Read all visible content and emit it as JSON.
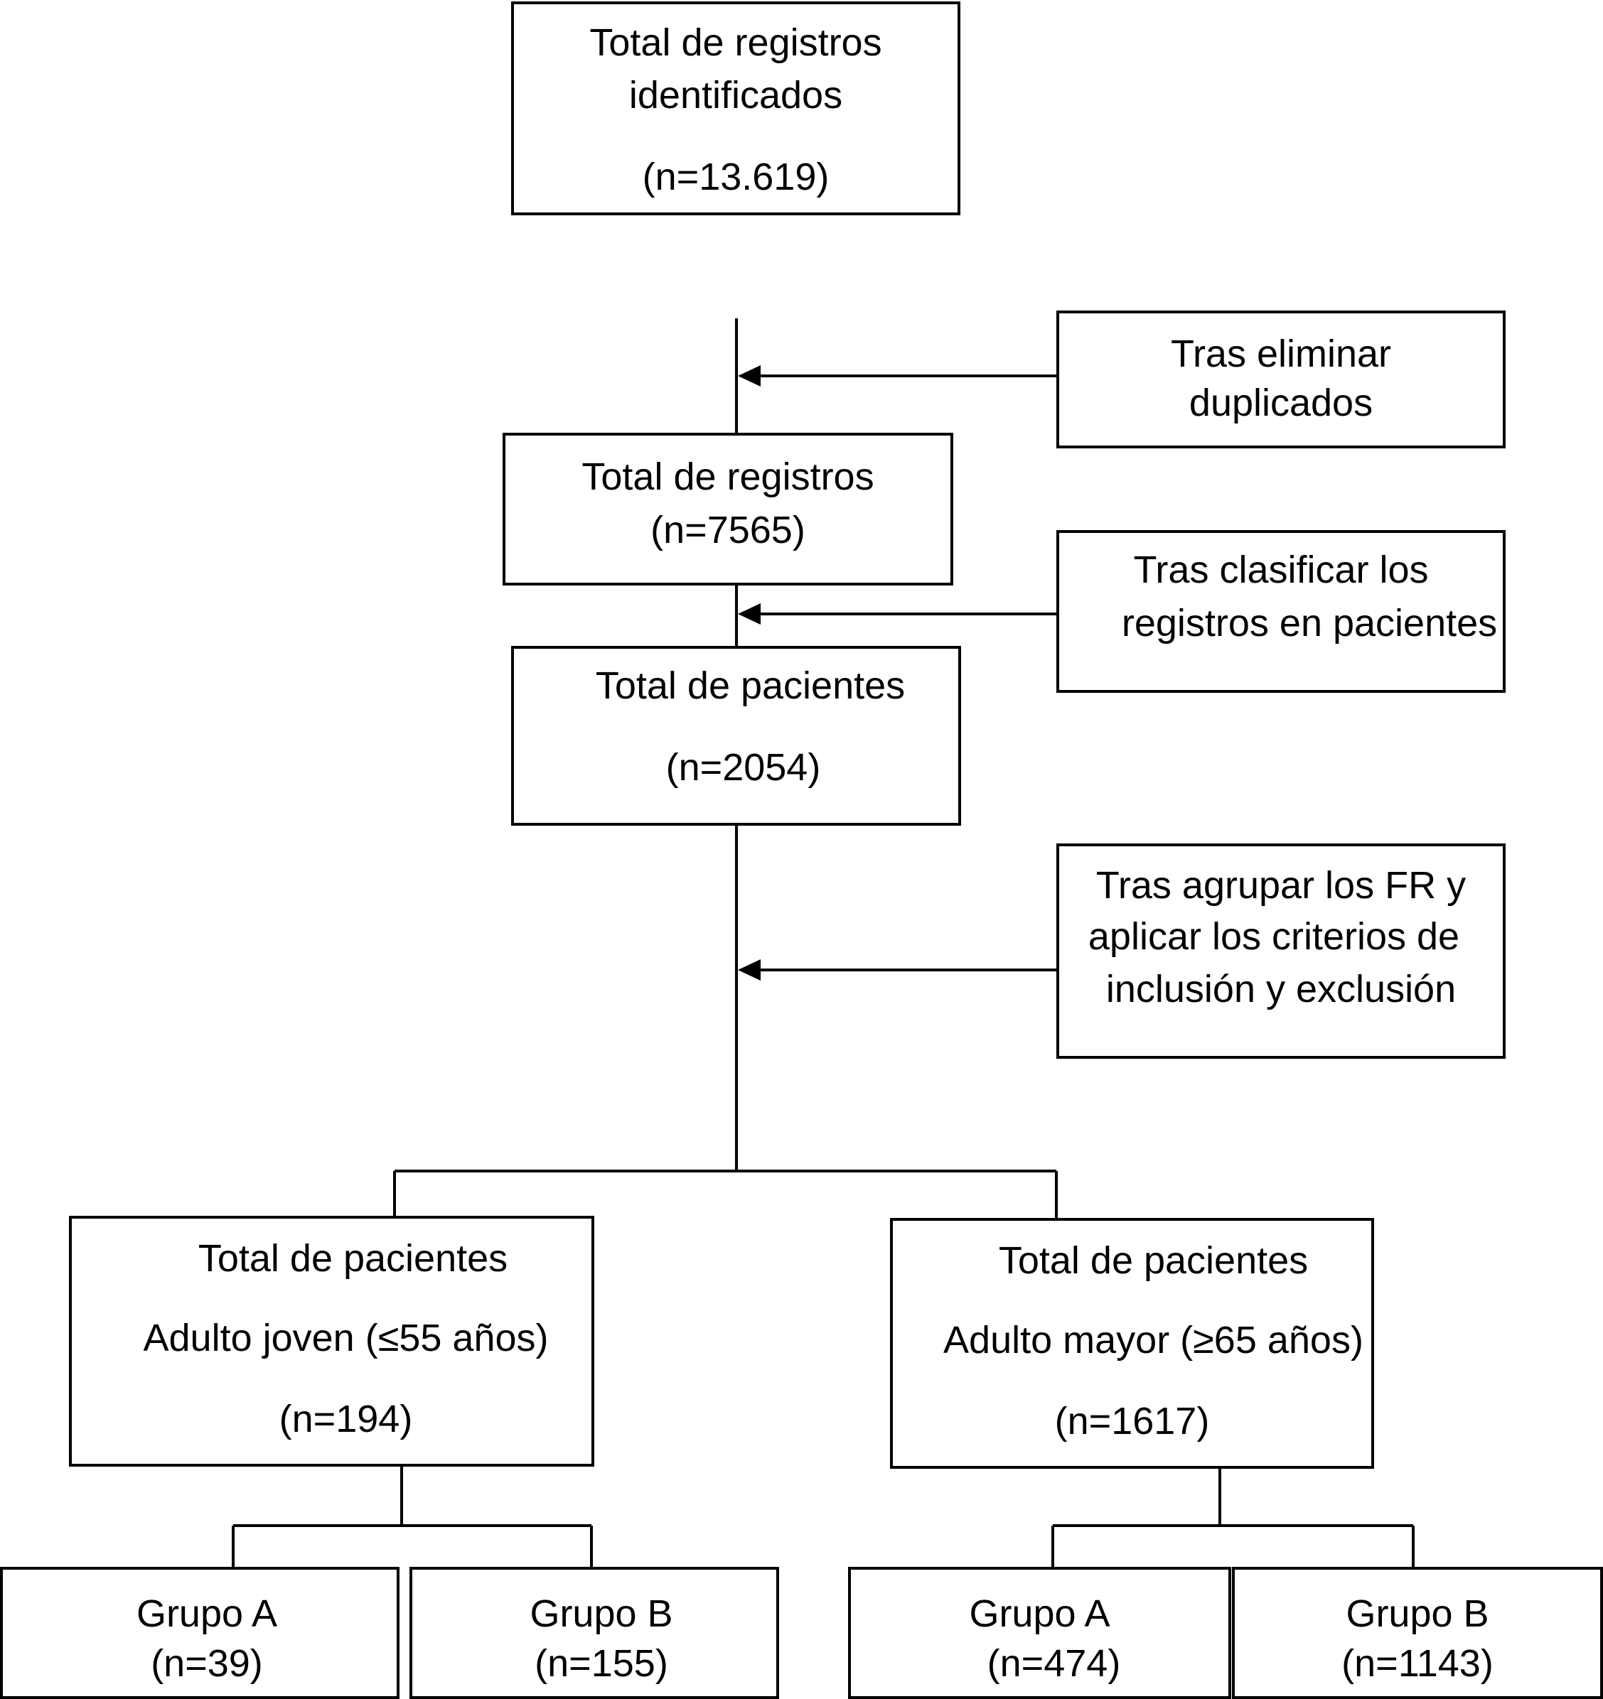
{
  "colors": {
    "stroke": "#000000",
    "background": "#ffffff"
  },
  "nodes": {
    "identified": {
      "line1": "Total de registros",
      "line2": "identificados",
      "count": "(n=13.619)"
    },
    "records": {
      "line1": "Total de registros",
      "count": "(n=7565)"
    },
    "patients": {
      "line1": "Total de pacientes",
      "count": "(n=2054)"
    },
    "young": {
      "line1": "Total de pacientes",
      "line2": "Adulto joven (≤55 años)",
      "count": "(n=194)"
    },
    "older": {
      "line1": "Total de pacientes",
      "line2": "Adulto mayor (≥65 años)",
      "count": "(n=1617)"
    },
    "young_group_a": {
      "label": "Grupo A",
      "count": "(n=39)"
    },
    "young_group_b": {
      "label": "Grupo B",
      "count": "(n=155)"
    },
    "older_group_a": {
      "label": "Grupo A",
      "count": "(n=474)"
    },
    "older_group_b": {
      "label": "Grupo B",
      "count": "(n=1143)"
    }
  },
  "steps": {
    "dedup": {
      "line1": "Tras eliminar",
      "line2": "duplicados"
    },
    "classify": {
      "line1": "Tras clasificar los",
      "line2": "registros en pacientes"
    },
    "criteria": {
      "line1": "Tras agrupar los FR y",
      "line2": "aplicar los criterios de",
      "line3": "inclusión y exclusión"
    }
  }
}
